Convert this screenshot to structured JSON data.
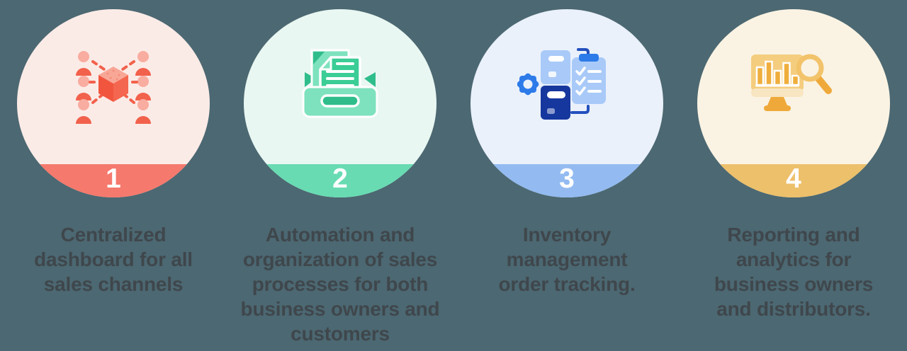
{
  "background_color": "#4C6872",
  "text_color": "#3F474C",
  "steps": [
    {
      "number": "1",
      "caption": "Centralized\ndashboard for all\nsales channels",
      "icon": "network-cube-icon",
      "colors": {
        "circle_bg": "#FBEBE7",
        "band": "#F5796D"
      }
    },
    {
      "number": "2",
      "caption": "Automation and\norganization of sales\nprocesses for both\nbusiness owners and\ncustomers",
      "icon": "inbox-documents-icon",
      "colors": {
        "circle_bg": "#E9F7F2",
        "band": "#68DBB2"
      }
    },
    {
      "number": "3",
      "caption": "Inventory\nmanagement\norder tracking.",
      "icon": "gear-inventory-checklist-icon",
      "colors": {
        "circle_bg": "#EAF1FB",
        "band": "#93BBF1"
      }
    },
    {
      "number": "4",
      "caption": "Reporting and\nanalytics for\nbusiness owners\nand distributors.",
      "icon": "analytics-monitor-magnifier-icon",
      "colors": {
        "circle_bg": "#FAF3E3",
        "band": "#EDC06B"
      }
    }
  ]
}
